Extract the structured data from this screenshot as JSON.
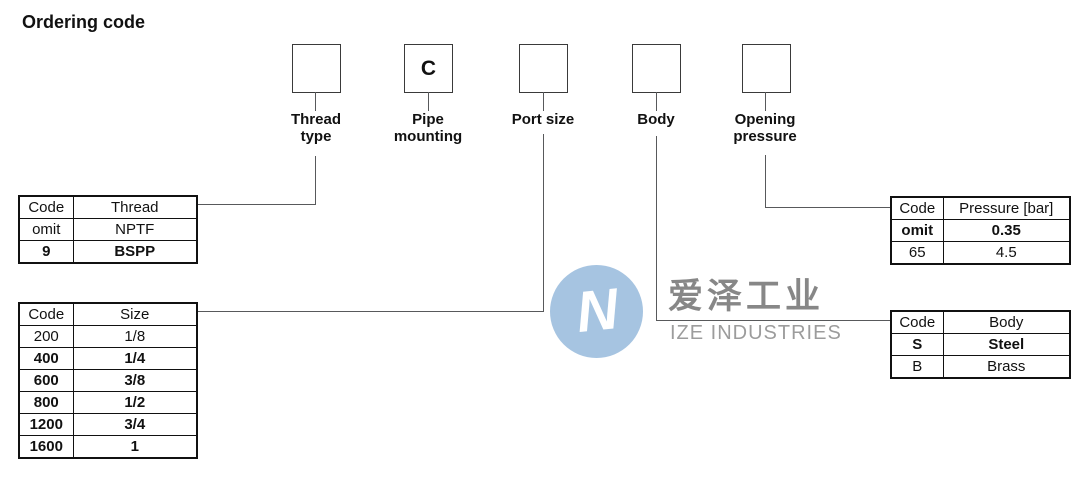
{
  "title": "Ordering code",
  "code_boxes": [
    {
      "value": "",
      "label": "Thread\ntype"
    },
    {
      "value": "C",
      "label": "Pipe\nmounting"
    },
    {
      "value": "",
      "label": "Port size"
    },
    {
      "value": "",
      "label": "Body"
    },
    {
      "value": "",
      "label": "Opening\npressure"
    }
  ],
  "tables": {
    "thread": {
      "headers": [
        "Code",
        "Thread"
      ],
      "rows": [
        {
          "code": "omit",
          "value": "NPTF",
          "bold": false
        },
        {
          "code": "9",
          "value": "BSPP",
          "bold": true
        }
      ]
    },
    "size": {
      "headers": [
        "Code",
        "Size"
      ],
      "rows": [
        {
          "code": "200",
          "value": "1/8",
          "bold": false
        },
        {
          "code": "400",
          "value": "1/4",
          "bold": true
        },
        {
          "code": "600",
          "value": "3/8",
          "bold": true
        },
        {
          "code": "800",
          "value": "1/2",
          "bold": true
        },
        {
          "code": "1200",
          "value": "3/4",
          "bold": true
        },
        {
          "code": "1600",
          "value": "1",
          "bold": true
        }
      ]
    },
    "pressure": {
      "headers": [
        "Code",
        "Pressure [bar]"
      ],
      "rows": [
        {
          "code": "omit",
          "value": "0.35",
          "bold": true
        },
        {
          "code": "65",
          "value": "4.5",
          "bold": false
        }
      ]
    },
    "body": {
      "headers": [
        "Code",
        "Body"
      ],
      "rows": [
        {
          "code": "S",
          "value": "Steel",
          "bold": true
        },
        {
          "code": "B",
          "value": "Brass",
          "bold": false
        }
      ]
    }
  },
  "watermark": {
    "cn_text": "爱泽工业",
    "en_text": "IZE INDUSTRIES",
    "logo_letter": "N",
    "logo_color": "#a6c4e1",
    "cn_color": "#878787",
    "en_color": "#9c9c9c"
  }
}
